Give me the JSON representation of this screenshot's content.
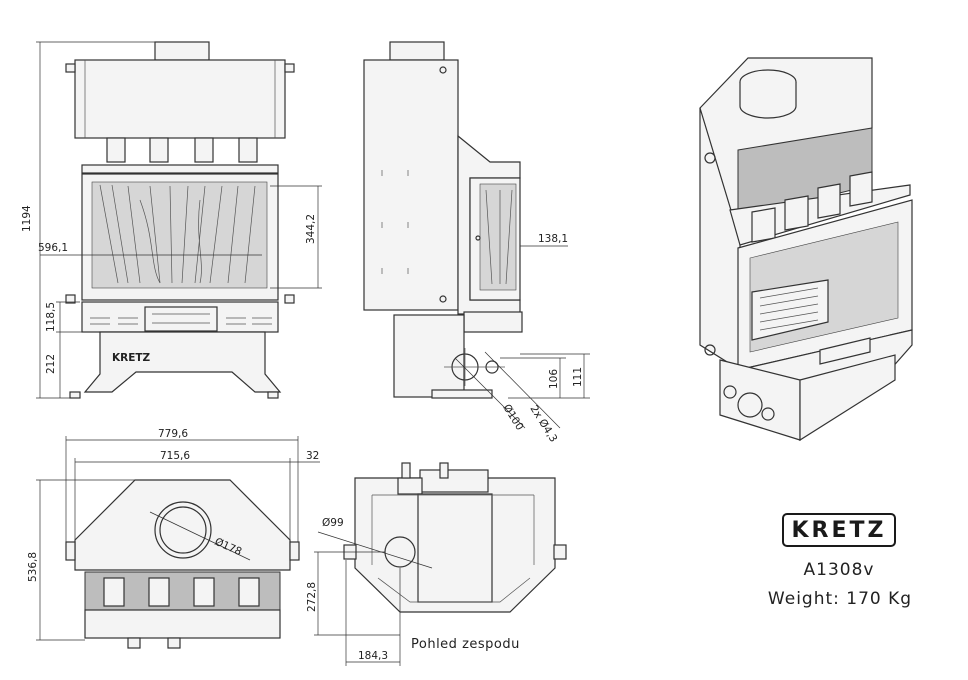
{
  "brand": {
    "logo_text": "KRETZ",
    "model": "A1308v",
    "weight": "Weight: 170 Kg"
  },
  "front_view": {
    "dims": {
      "height_total": "1194",
      "width_glass": "596,1",
      "height_glass": "344,2",
      "low_1": "118,5",
      "low_2": "212"
    },
    "plate_text": "KRETZ"
  },
  "side_view": {
    "dims": {
      "depth": "138,1",
      "d106": "106",
      "d111": "111",
      "dia_100": "Ø100",
      "holes": "2x Ø4,3"
    }
  },
  "top_view": {
    "dims": {
      "w_total": "779,6",
      "w_inner": "715,6",
      "side": "32",
      "depth": "536,8",
      "flue": "Ø178"
    }
  },
  "bottom_view": {
    "label": "Pohled zespodu",
    "dims": {
      "dia_99": "Ø99",
      "d2728": "272,8",
      "d1843": "184,3"
    }
  }
}
